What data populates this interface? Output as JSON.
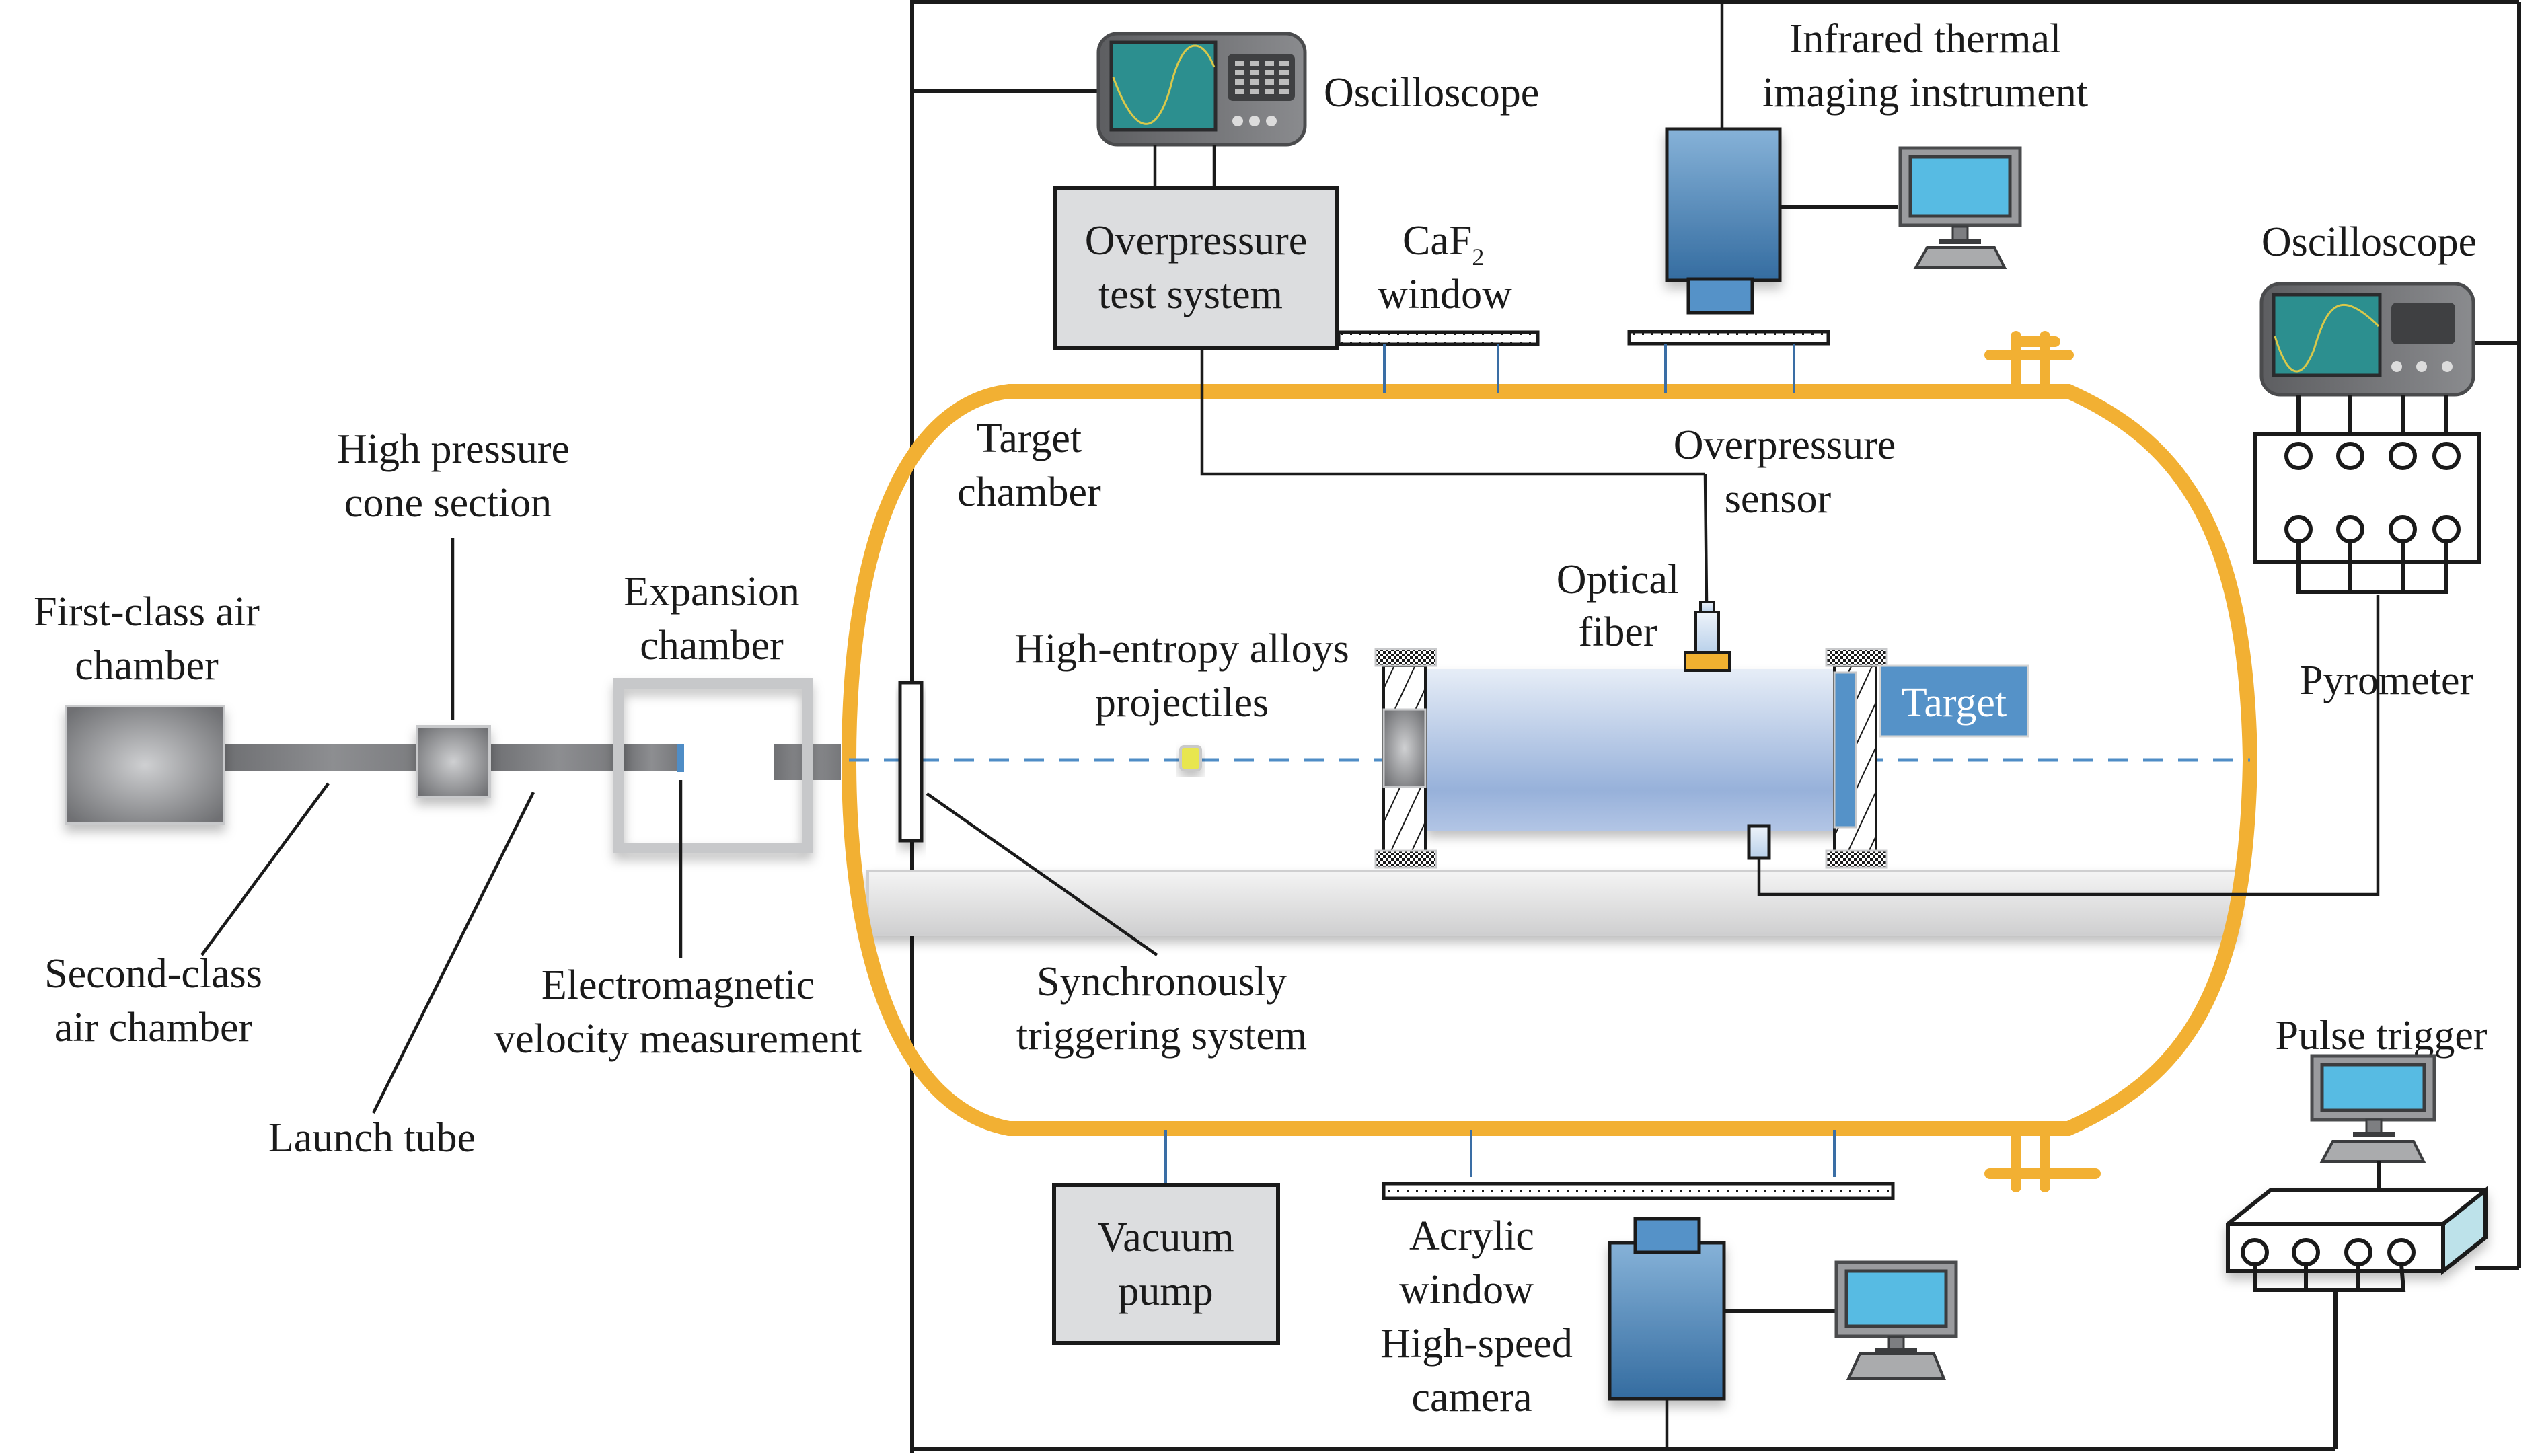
{
  "figure": {
    "type": "experimental-setup-schematic",
    "colors": {
      "chamber_outline": "#f2b033",
      "camera_blue": "#4f8dc6",
      "target_blue": "#5592c8",
      "screen_blue": "#57bbe3",
      "oscilloscope_screen": "#2c8f8f",
      "gray_box": "#dcdddf",
      "projectile_yellow": "#e8e650",
      "trajectory_dash": "#4f8dc6"
    }
  },
  "labels": {
    "first_class_air_chamber": [
      "First-class air",
      "chamber"
    ],
    "high_pressure_cone_section": [
      "High pressure",
      "cone section"
    ],
    "expansion_chamber": [
      "Expansion",
      "chamber"
    ],
    "second_class_air_chamber": [
      "Second-class",
      "air chamber"
    ],
    "launch_tube": "Launch tube",
    "electromagnetic_velocity": [
      "Electromagnetic",
      "velocity measurement"
    ],
    "target_chamber": [
      "Target",
      "chamber"
    ],
    "hea_projectiles": [
      "High-entropy alloys",
      "projectiles"
    ],
    "synchronously_triggering": [
      "Synchronously",
      "triggering system"
    ],
    "oscilloscope_top": "Oscilloscope",
    "overpressure_test_system": [
      "Overpressure",
      "test system"
    ],
    "caf2_window": {
      "main": "CaF",
      "sub": "2",
      "line2": "window"
    },
    "infrared_thermal": [
      "Infrared thermal",
      "imaging instrument"
    ],
    "overpressure_sensor": [
      "Overpressure",
      "sensor"
    ],
    "optical_fiber": [
      "Optical",
      "fiber"
    ],
    "target": "Target",
    "oscilloscope_right": "Oscilloscope",
    "pyrometer": "Pyrometer",
    "pulse_trigger": "Pulse trigger",
    "vacuum_pump": [
      "Vacuum",
      "pump"
    ],
    "acrylic_window": [
      "Acrylic",
      "window"
    ],
    "high_speed_camera": [
      "High-speed",
      "camera"
    ]
  }
}
